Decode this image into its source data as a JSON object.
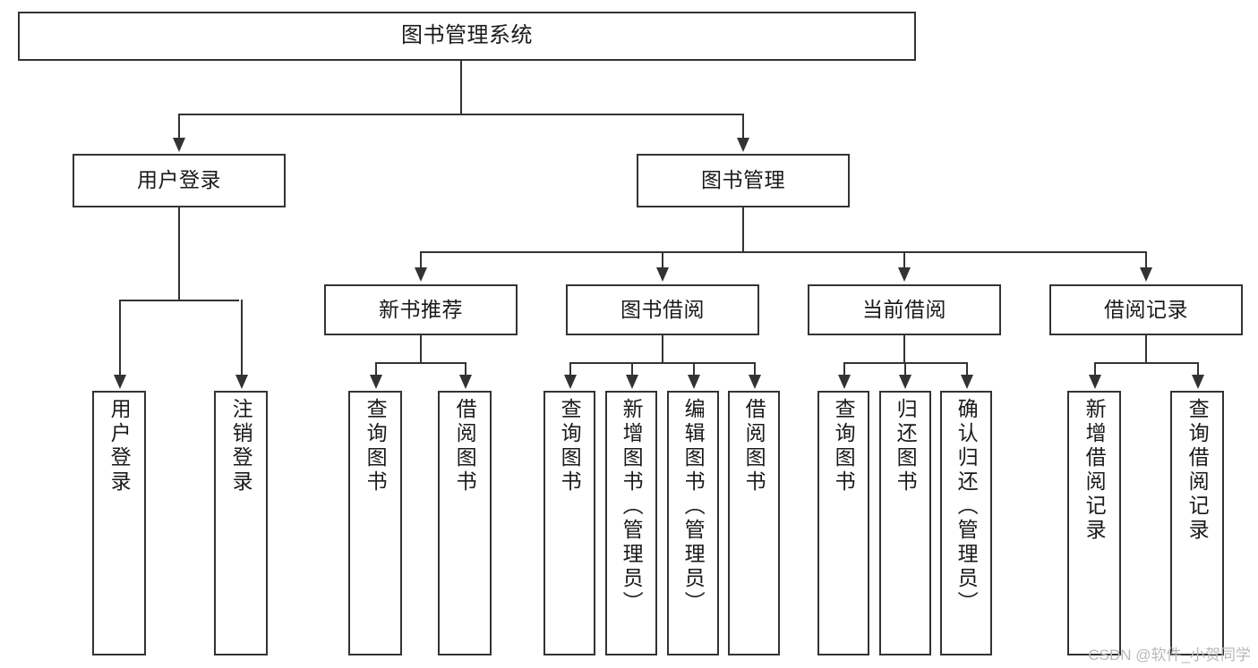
{
  "diagram": {
    "type": "tree-hierarchy",
    "title": "图书管理系统",
    "watermark": "CSDN @软件_小贺同学",
    "colors": {
      "box_border": "#333333",
      "box_fill": "#ffffff",
      "connector": "#333333",
      "text": "#1a1a1a",
      "watermark": "#b9b9b9",
      "background": "#ffffff"
    },
    "levels": {
      "root": {
        "label": "图书管理系统"
      },
      "level1": [
        {
          "label": "用户登录"
        },
        {
          "label": "图书管理"
        }
      ],
      "level2": [
        {
          "label": "新书推荐"
        },
        {
          "label": "图书借阅"
        },
        {
          "label": "当前借阅"
        },
        {
          "label": "借阅记录"
        }
      ],
      "leaves": {
        "user_login": [
          {
            "label": "用户登录"
          },
          {
            "label": "注销登录"
          }
        ],
        "new_book_recommend": [
          {
            "label": "查询图书"
          },
          {
            "label": "借阅图书"
          }
        ],
        "book_borrow": [
          {
            "label": "查询图书"
          },
          {
            "label": "新增图书（管理员）"
          },
          {
            "label": "编辑图书（管理员）"
          },
          {
            "label": "借阅图书"
          }
        ],
        "current_borrow": [
          {
            "label": "查询图书"
          },
          {
            "label": "归还图书"
          },
          {
            "label": "确认归还（管理员）"
          }
        ],
        "borrow_record": [
          {
            "label": "新增借阅记录"
          },
          {
            "label": "查询借阅记录"
          }
        ]
      }
    }
  }
}
